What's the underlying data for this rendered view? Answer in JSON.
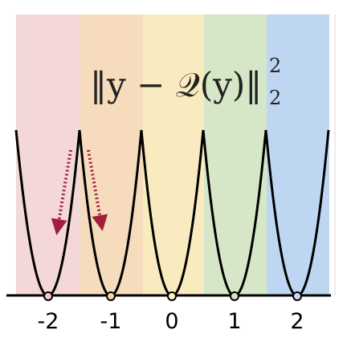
{
  "formula": {
    "main": "‖y − 𝒬(y)‖",
    "superscript": "2",
    "subscript": "2"
  },
  "bands": [
    {
      "label": "-2",
      "color": "#f3d7d9"
    },
    {
      "label": "-1",
      "color": "#f6dcbd"
    },
    {
      "label": "0",
      "color": "#f9ebbf"
    },
    {
      "label": "1",
      "color": "#d6e7c8"
    },
    {
      "label": "2",
      "color": "#bfd6f3"
    }
  ],
  "points": [
    {
      "label": "-2",
      "color": "#f7c7c9"
    },
    {
      "label": "-1",
      "color": "#f6d3a8"
    },
    {
      "label": "0",
      "color": "#fbf1c6"
    },
    {
      "label": "1",
      "color": "#cfe6c0"
    },
    {
      "label": "2",
      "color": "#c7dbf6"
    }
  ],
  "colors": {
    "curve": "#000000",
    "axis": "#000000",
    "arrow": "#a11f3a"
  }
}
